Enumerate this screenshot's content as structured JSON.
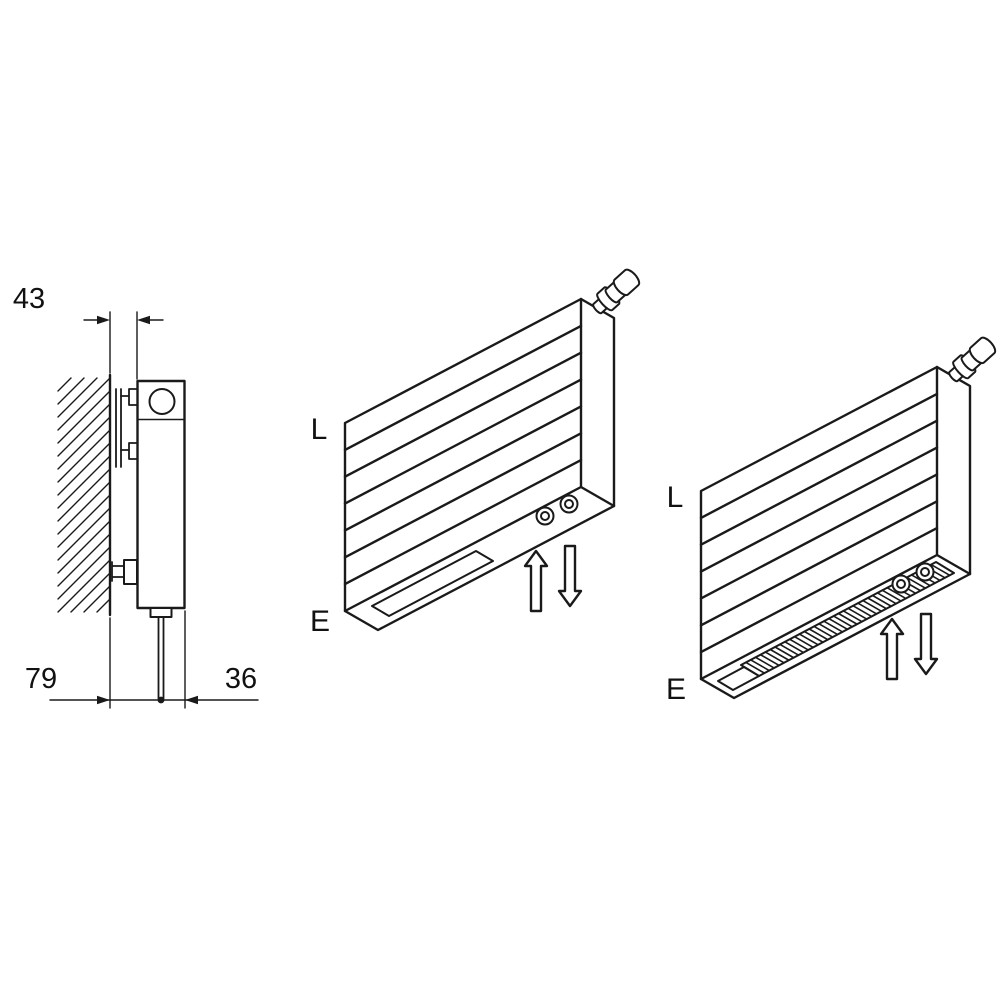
{
  "diagram": {
    "type": "radiator installation line drawing",
    "colors": {
      "line": "#1a1a1a",
      "background": "#ffffff"
    },
    "side_view": {
      "dim_top": "43",
      "dim_bottom_left": "79",
      "dim_bottom_right": "36"
    },
    "radiators": [
      {
        "label_top": "L",
        "label_bottom": "E"
      },
      {
        "label_top": "L",
        "label_bottom": "E"
      }
    ]
  }
}
